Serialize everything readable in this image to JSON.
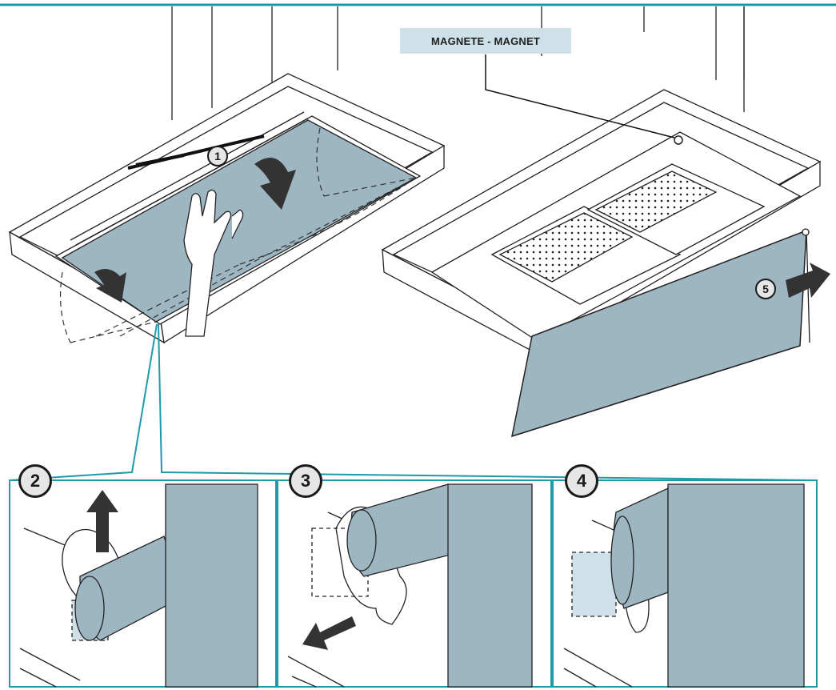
{
  "magnet_label": "MAGNETE - MAGNET",
  "steps": {
    "s1": "1",
    "s2": "2",
    "s3": "3",
    "s4": "4",
    "s5": "5"
  },
  "colors": {
    "panel": "#9db6c2",
    "accent": "#1f9aa8",
    "line": "#222222",
    "arrow": "#333333"
  },
  "icons": [
    "down-arrow-icon",
    "up-arrow-icon",
    "left-arrow-icon",
    "right-arrow-icon",
    "hand-icon"
  ]
}
